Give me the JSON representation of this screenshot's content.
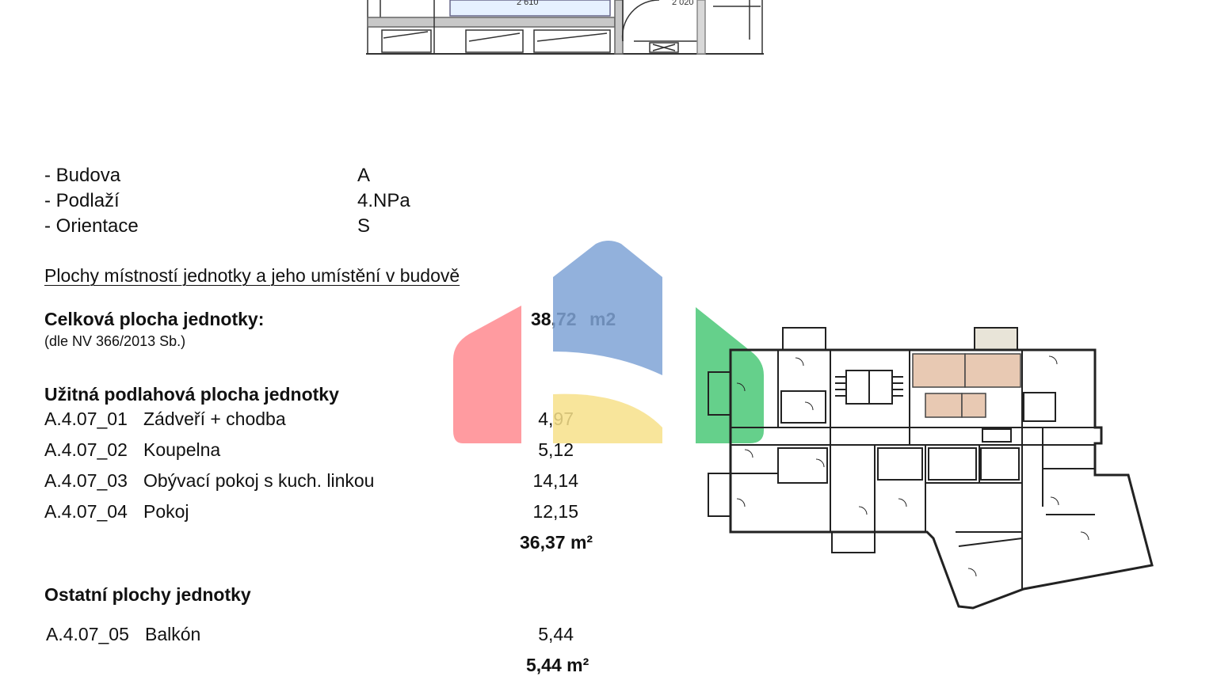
{
  "top_plan": {
    "dimension_left": "2 610",
    "dimension_right": "2 020"
  },
  "info": {
    "rows": [
      {
        "label": "- Budova",
        "value": "A"
      },
      {
        "label": "- Podlaží",
        "value": "4.NPa"
      },
      {
        "label": "- Orientace",
        "value": "S"
      }
    ]
  },
  "section_title": "Plochy místností jednotky a jeho umístění v budově",
  "total_area": {
    "label": "Celková plocha jednotky:",
    "note": "(dle NV 366/2013 Sb.)",
    "value": "38,72",
    "unit": "m2"
  },
  "usable_area": {
    "heading": "Užitná podlahová plocha jednotky",
    "rooms": [
      {
        "code": "A.4.07_01",
        "name": "Zádveří + chodba",
        "area": "4,97"
      },
      {
        "code": "A.4.07_02",
        "name": "Koupelna",
        "area": "5,12"
      },
      {
        "code": "A.4.07_03",
        "name": "Obývací pokoj s kuch. linkou",
        "area": "14,14"
      },
      {
        "code": "A.4.07_04",
        "name": "Pokoj",
        "area": "12,15"
      }
    ],
    "total": "36,37 m²"
  },
  "other_area": {
    "heading": "Ostatní plochy jednotky",
    "rooms": [
      {
        "code": "A.4.07_05",
        "name": "Balkón",
        "area": "5,44"
      }
    ],
    "total": "5,44 m²"
  },
  "colors": {
    "highlight_unit": "#e8c9b3",
    "watermark_red": "#ff8a8f",
    "watermark_blue": "#7fa3d6",
    "watermark_green": "#3fc46e",
    "watermark_yellow": "#f7e18a"
  }
}
